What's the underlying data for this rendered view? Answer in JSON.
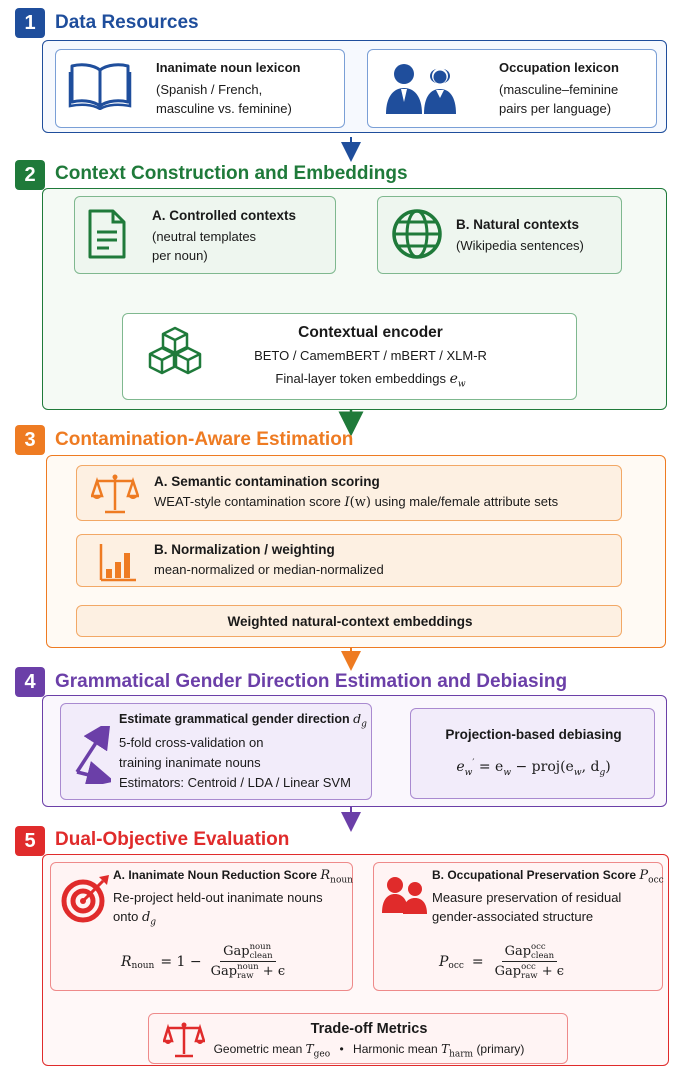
{
  "colors": {
    "s1": "#1f4e9c",
    "s2": "#1f7a3a",
    "s3": "#ee7b22",
    "s4": "#6b3fa8",
    "s5": "#e02b2b"
  },
  "s1": {
    "num": "1",
    "title": "Data Resources",
    "card1": {
      "icon": "book-icon",
      "title": "Inanimate noun lexicon",
      "l1": "(Spanish / French,",
      "l2": "masculine vs. feminine)"
    },
    "card2": {
      "icon": "people-icon",
      "title": "Occupation lexicon",
      "l1": "(masculine–feminine",
      "l2": "pairs per language)"
    }
  },
  "s2": {
    "num": "2",
    "title": "Context Construction and Embeddings",
    "a": {
      "icon": "document-icon",
      "title": "A. Controlled contexts",
      "l1": "(neutral templates",
      "l2": "per noun)"
    },
    "b": {
      "icon": "globe-icon",
      "title": "B. Natural contexts",
      "l1": "(Wikipedia sentences)"
    },
    "enc": {
      "icon": "cubes-icon",
      "title": "Contextual encoder",
      "l1": "BETO / CamemBERT / mBERT / XLM-R",
      "l2": "Final-layer token embeddings",
      "var": "e",
      "sub": "w"
    }
  },
  "s3": {
    "num": "3",
    "title": "Contamination-Aware Estimation",
    "a": {
      "icon": "scale-icon",
      "title": "A. Semantic contamination scoring",
      "pre": "WEAT-style contamination score",
      "var": "I",
      "arg": "(w)",
      "post": "using male/female attribute sets"
    },
    "b": {
      "icon": "bar-chart-icon",
      "title": "B. Normalization / weighting",
      "l1": "mean-normalized or median-normalized"
    },
    "c": {
      "title": "Weighted natural-context embeddings"
    }
  },
  "s4": {
    "num": "4",
    "title": "Grammatical Gender Direction Estimation and Debiasing",
    "left": {
      "icon": "angle-arrows-icon",
      "title": "Estimate grammatical gender direction",
      "var": "d",
      "sub": "g",
      "l1": "5-fold cross-validation on",
      "l2": "training inanimate nouns",
      "l3": "Estimators: Centroid / LDA / Linear SVM"
    },
    "right": {
      "title": "Projection-based debiasing",
      "eq_lhs": "e",
      "eq_lhs_sub": "w",
      "eq_prime": "′",
      "eq_mid": "= e",
      "eq_mid_sub": "w",
      "eq_rest": "− proj(e",
      "eq_rest_sub": "w",
      "eq_tail": ", d",
      "eq_tail_sub": "g",
      "eq_close": ")"
    }
  },
  "s5": {
    "num": "5",
    "title": "Dual-Objective Evaluation",
    "a": {
      "icon": "target-icon",
      "title": "A. Inanimate Noun Reduction Score",
      "var": "R",
      "sub": "noun",
      "l1": "Re-project held-out inanimate nouns",
      "l2": "onto",
      "l2var": "d",
      "l2sub": "g",
      "eq_lhs": "R",
      "eq_lhs_sub": "noun",
      "eq_mid": "= 1 −",
      "num": "Gap",
      "num_sup": "noun",
      "num_sub": "clean",
      "den": "Gap",
      "den_sup": "noun",
      "den_sub": "raw",
      "den_tail": "+ ϵ"
    },
    "b": {
      "icon": "group-icon",
      "title": "B. Occupational Preservation Score",
      "var": "P",
      "sub": "occ",
      "l1": "Measure preservation of residual",
      "l2": "gender-associated structure",
      "eq_lhs": "P",
      "eq_lhs_sub": "occ",
      "eq_mid": "=",
      "num": "Gap",
      "num_sup": "occ",
      "num_sub": "clean",
      "den": "Gap",
      "den_sup": "occ",
      "den_sub": "raw",
      "den_tail": "+ ϵ"
    },
    "c": {
      "icon": "balance-icon",
      "title": "Trade-off Metrics",
      "geo": "Geometric mean",
      "geo_var": "T",
      "geo_sub": "geo",
      "dot": "•",
      "harm": "Harmonic mean",
      "harm_var": "T",
      "harm_sub": "harm",
      "harm_post": "(primary)"
    }
  }
}
